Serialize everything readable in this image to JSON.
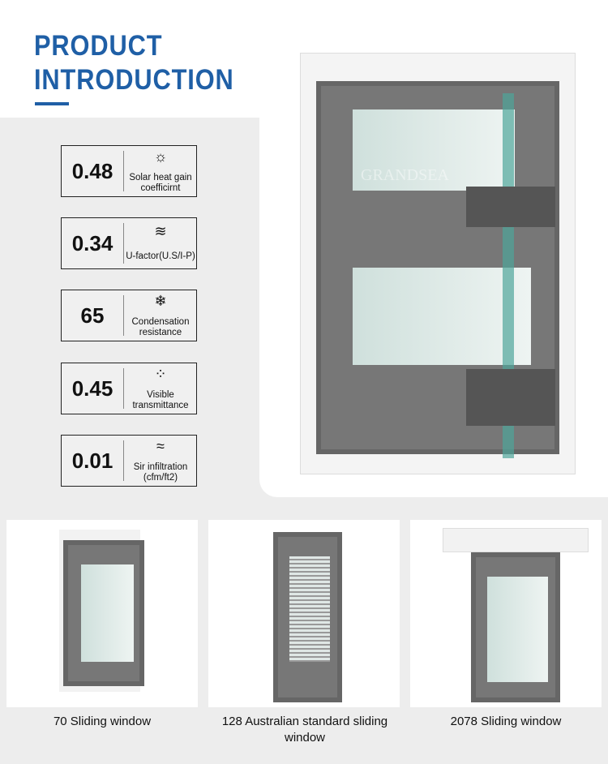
{
  "header": {
    "title_line1": "PRODUCT",
    "title_line2": "INTRODUCTION",
    "accent": "#1f5fa6"
  },
  "specs": [
    {
      "value": "0.48",
      "label": "Solar heat gain coefficirnt",
      "icon": "sun-heat-icon"
    },
    {
      "value": "0.34",
      "label": "U-factor(U.S/I-P)",
      "icon": "heat-waves-icon"
    },
    {
      "value": "65",
      "label": "Condensation resistance",
      "icon": "snowflake-icon"
    },
    {
      "value": "0.45",
      "label": "Visible transmittance",
      "icon": "light-transmit-icon"
    },
    {
      "value": "0.01",
      "label": "Sir infiltration (cfm/ft2)",
      "icon": "wind-icon"
    }
  ],
  "watermark": "GRANDSEA",
  "products": [
    {
      "caption": "70 Sliding window"
    },
    {
      "caption": "128 Australian standard sliding window"
    },
    {
      "caption": "2078 Sliding window"
    }
  ]
}
